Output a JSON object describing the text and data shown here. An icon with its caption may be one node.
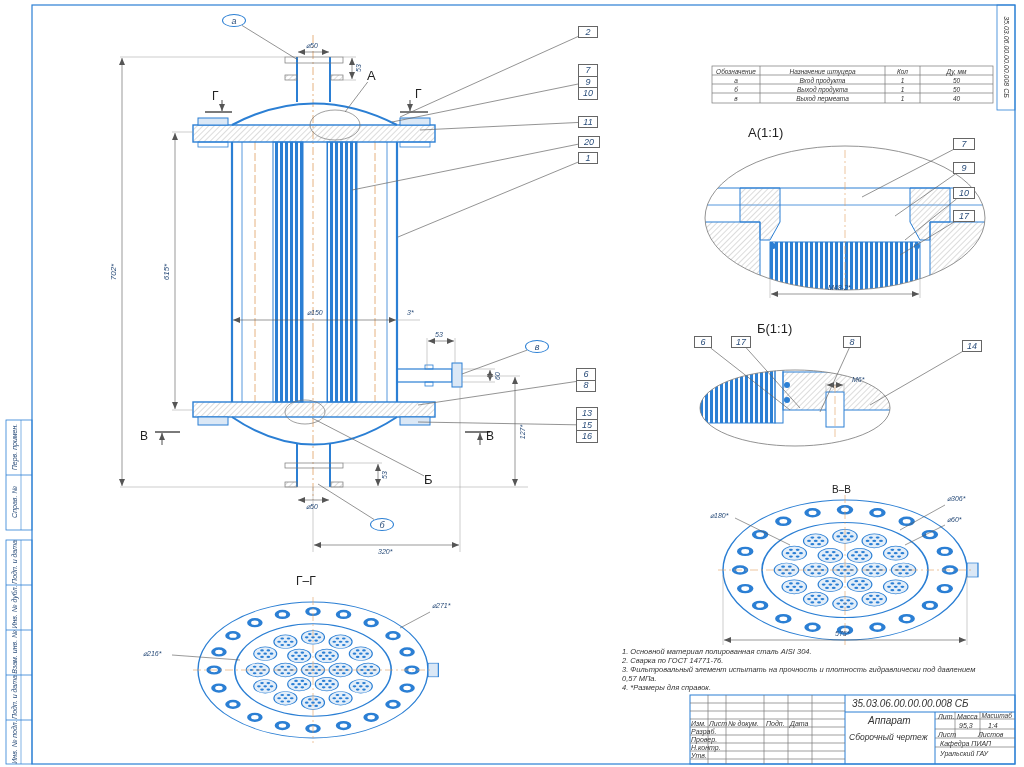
{
  "diagram": {
    "nodes": [
      {
        "text": [
          "а"
        ]
      },
      {
        "text": [
          "2"
        ]
      },
      {
        "text": [
          "7",
          "9",
          "10"
        ]
      },
      {
        "text": [
          "11"
        ]
      },
      {
        "text": [
          "20"
        ]
      },
      {
        "text": [
          "1"
        ]
      },
      {
        "text": [
          "в"
        ]
      },
      {
        "text": [
          "6",
          "8"
        ]
      },
      {
        "text": [
          "13",
          "15",
          "16"
        ]
      },
      {
        "text": [
          "б"
        ]
      },
      {
        "text": [
          "А"
        ]
      },
      {
        "text": [
          "Б"
        ]
      },
      {
        "text": [
          "7"
        ]
      },
      {
        "text": [
          "9"
        ]
      },
      {
        "text": [
          "10"
        ]
      },
      {
        "text": [
          "17"
        ]
      },
      {
        "text": [
          "6"
        ]
      },
      {
        "text": [
          "17"
        ]
      },
      {
        "text": [
          "8"
        ]
      },
      {
        "text": [
          "14"
        ]
      }
    ],
    "edges": [
      {
        "from": 0,
        "to": null,
        "arrow": "none"
      },
      {
        "from": 1,
        "to": null,
        "arrow": "none"
      },
      {
        "from": 2,
        "to": null,
        "arrow": "none"
      },
      {
        "from": 3,
        "to": null,
        "arrow": "none"
      },
      {
        "from": 4,
        "to": null,
        "arrow": "none"
      },
      {
        "from": 5,
        "to": null,
        "arrow": "none"
      },
      {
        "from": 6,
        "to": null,
        "arrow": "none"
      },
      {
        "from": 7,
        "to": null,
        "arrow": "none"
      },
      {
        "from": 8,
        "to": null,
        "arrow": "none"
      },
      {
        "from": 9,
        "to": null,
        "arrow": "none"
      },
      {
        "from": 10,
        "to": null,
        "arrow": "none"
      },
      {
        "from": 11,
        "to": null,
        "arrow": "none"
      },
      {
        "from": 12,
        "to": null,
        "arrow": "none"
      },
      {
        "from": 13,
        "to": null,
        "arrow": "none"
      },
      {
        "from": 14,
        "to": null,
        "arrow": "none"
      },
      {
        "from": 15,
        "to": null,
        "arrow": "none"
      },
      {
        "from": 16,
        "to": null,
        "arrow": "none"
      },
      {
        "from": 17,
        "to": null,
        "arrow": "none"
      },
      {
        "from": 18,
        "to": null,
        "arrow": "none"
      },
      {
        "from": 19,
        "to": null,
        "arrow": "none"
      }
    ],
    "labels": [
      "⌀50",
      "53",
      "Г",
      "Г",
      "702*",
      "615*",
      "⌀150",
      "3*",
      "53",
      "60",
      "В",
      "В",
      "127*",
      "53",
      "⌀50",
      "320*",
      "Обозначение",
      "Назначение штуцера",
      "Кол",
      "Ду, мм",
      "а",
      "Вход продукта",
      "1",
      "50",
      "б",
      "Выход продукта",
      "1",
      "50",
      "в",
      "Выход пермеата",
      "1",
      "40",
      "А(1:1)",
      "М48-2*",
      "Б(1:1)",
      "М6*",
      "В–В",
      "⌀180*",
      "⌀306*",
      "⌀60*",
      "575*",
      "Г–Г",
      "⌀216*",
      "⌀271*",
      "1. Основной материал полированная сталь AISI 304.",
      "2. Сварка по ГОСТ 14771-76.",
      "3. Фильтровальный элемент испытать на прочность и плотность гидравлически под давлением 0,57 МПа.",
      "4. *Размеры для справок.",
      "35.03.06.00.00.00.008 СБ",
      "Аппарат",
      "Сборочный чертеж",
      "Лит.",
      "Масса",
      "Масштаб",
      "95,3",
      "1:4",
      "Лист",
      "Листов",
      "Кафедра ПИАП",
      "Уральский ГАУ",
      "Изм.",
      "Лист",
      "№ докум.",
      "Подп.",
      "Дата",
      "Разраб.",
      "Провер.",
      "Н.контр.",
      "Утв.",
      "Перв. примен.",
      "Справ. №",
      "Подп. и дата",
      "Инв. № дубл.",
      "Взам. инв. №",
      "Подп. и дата",
      "Инв. № подл.",
      "35.03.06.00.00.00.008 СБ"
    ]
  }
}
